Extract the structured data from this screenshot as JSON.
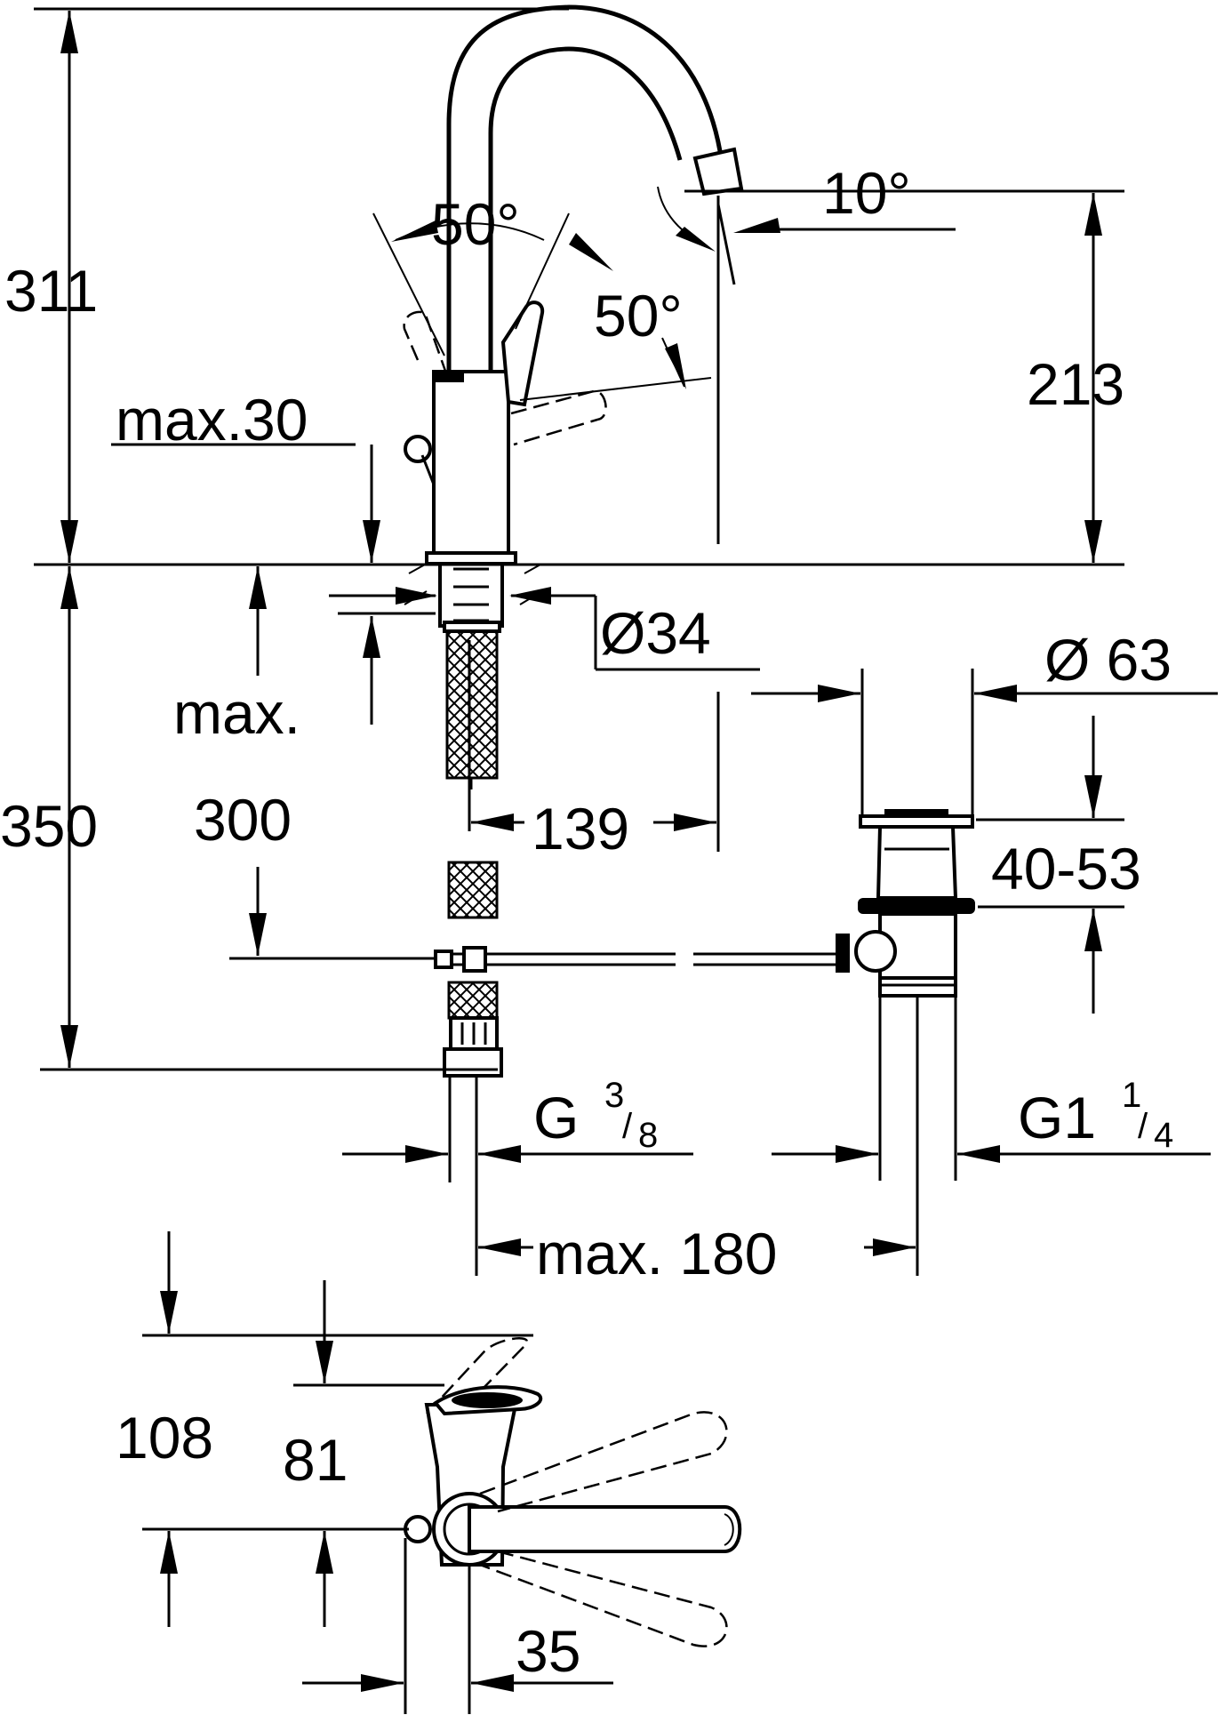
{
  "labels": {
    "height_total": "311",
    "spout_angle": "10°",
    "lever_angle_top": "50°",
    "lever_angle_side": "50°",
    "height_spout": "213",
    "max_thickness": "max.30",
    "diameter_tap": "Ø34",
    "diameter_waste": "Ø 63",
    "max": "max.",
    "height_below": "350",
    "length_300": "300",
    "reach": "139",
    "range_40_53": "40-53",
    "g_prefix": "G",
    "g_num": "3",
    "g_den": "8",
    "g1_prefix": "G1",
    "g1_num": "1",
    "g1_den": "4",
    "max_180": "max. 180",
    "depth_108": "108",
    "depth_81": "81",
    "width_35": "35"
  }
}
